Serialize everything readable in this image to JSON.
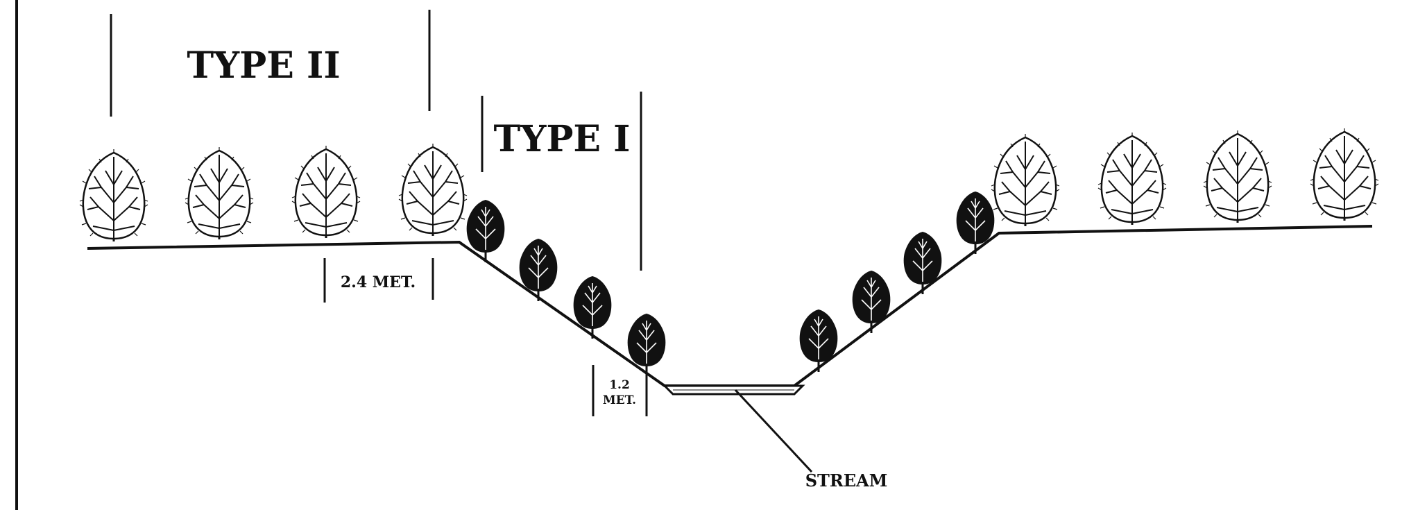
{
  "labels": {
    "type_ii": "TYPE II",
    "type_i": "TYPE I",
    "width_type_ii": "2.4 MET.",
    "width_type_i_line1": "1.2",
    "width_type_i_line2": "MET.",
    "stream": "STREAM"
  },
  "colors": {
    "ink": "#111111",
    "background": "#ffffff"
  },
  "icons": {
    "large_tree": "deciduous-tree-icon",
    "small_tree": "shrub-tree-icon"
  }
}
